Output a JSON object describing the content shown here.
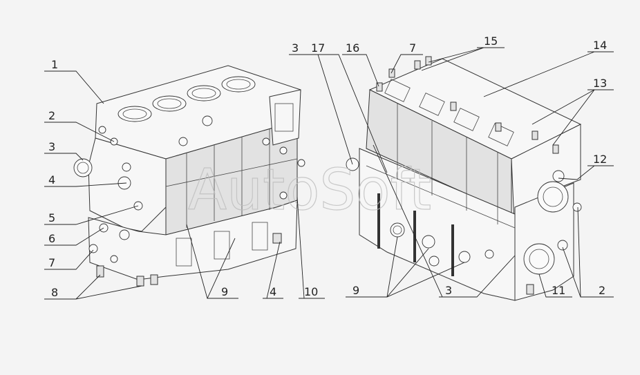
{
  "watermark": "AutoSoft",
  "callouts": {
    "left_1": "1",
    "left_2": "2",
    "left_3": "3",
    "left_4": "4",
    "left_5": "5",
    "left_6": "6",
    "left_7": "7",
    "left_8": "8",
    "left_9": "9",
    "left_4b": "4",
    "left_10": "10",
    "right_3": "3",
    "right_17": "17",
    "right_16": "16",
    "right_7": "7",
    "right_15": "15",
    "right_14": "14",
    "right_13": "13",
    "right_12": "12",
    "right_2": "2",
    "right_11": "11",
    "right_3b": "3",
    "right_9": "9"
  }
}
